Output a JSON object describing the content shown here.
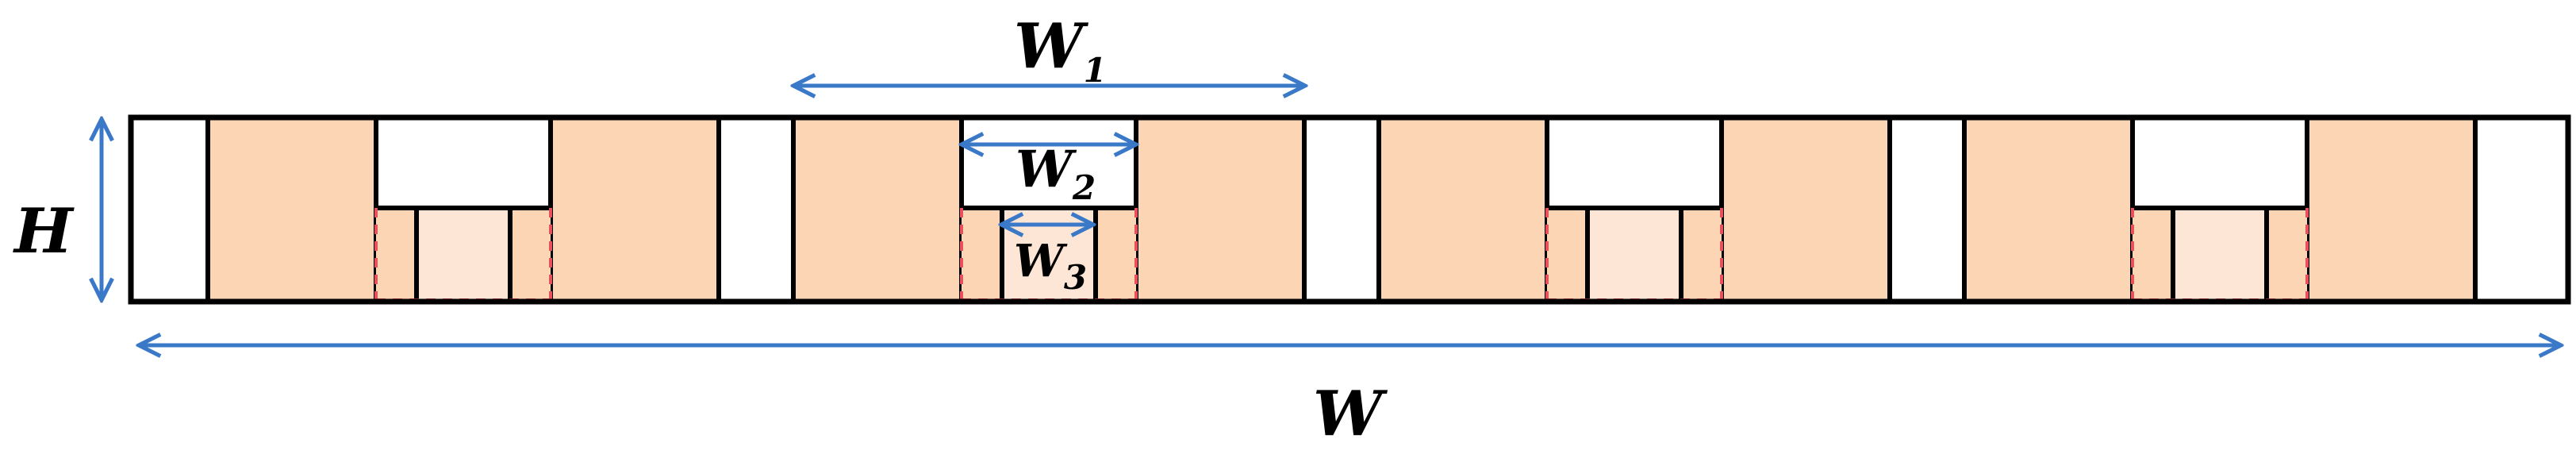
{
  "colors": {
    "outline": "#000000",
    "fill_main": "#fcd5b5",
    "fill_light": "#fde6d6",
    "background": "#ffffff",
    "dashed": "#e8505b",
    "arrow": "#3a78c8"
  },
  "labels": {
    "w1": {
      "letter": "W",
      "sub": "1"
    },
    "w2": {
      "letter": "W",
      "sub": "2"
    },
    "w3": {
      "letter": "W",
      "sub": "3"
    },
    "h": "H",
    "w": "W"
  },
  "diagram": {
    "unit_count": 4,
    "dashed_guides": true
  }
}
